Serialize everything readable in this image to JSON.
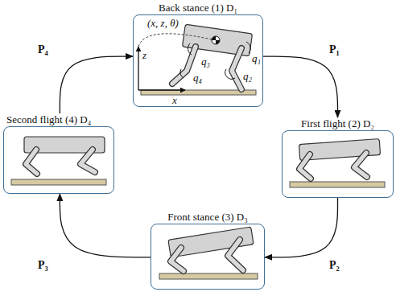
{
  "diagram": {
    "nodes": [
      {
        "text": [
          "Back stance (1) D₁"
        ]
      },
      {
        "text": [
          "First flight (2) D₂"
        ]
      },
      {
        "text": [
          "Front stance (3) D₃"
        ]
      },
      {
        "text": [
          "Second flight (4) D₄"
        ]
      }
    ],
    "edges": [
      {
        "from": 0,
        "to": 1,
        "arrow": "to",
        "label": "P₁"
      },
      {
        "from": 1,
        "to": 2,
        "arrow": "to",
        "label": "P₂"
      },
      {
        "from": 2,
        "to": 3,
        "arrow": "to",
        "label": "P₃"
      },
      {
        "from": 3,
        "to": 0,
        "arrow": "to",
        "label": "P₄"
      }
    ],
    "labels": [
      "(x, z, θ)",
      "q₁",
      "q₂",
      "q₃",
      "q₄",
      "z",
      "x"
    ]
  }
}
